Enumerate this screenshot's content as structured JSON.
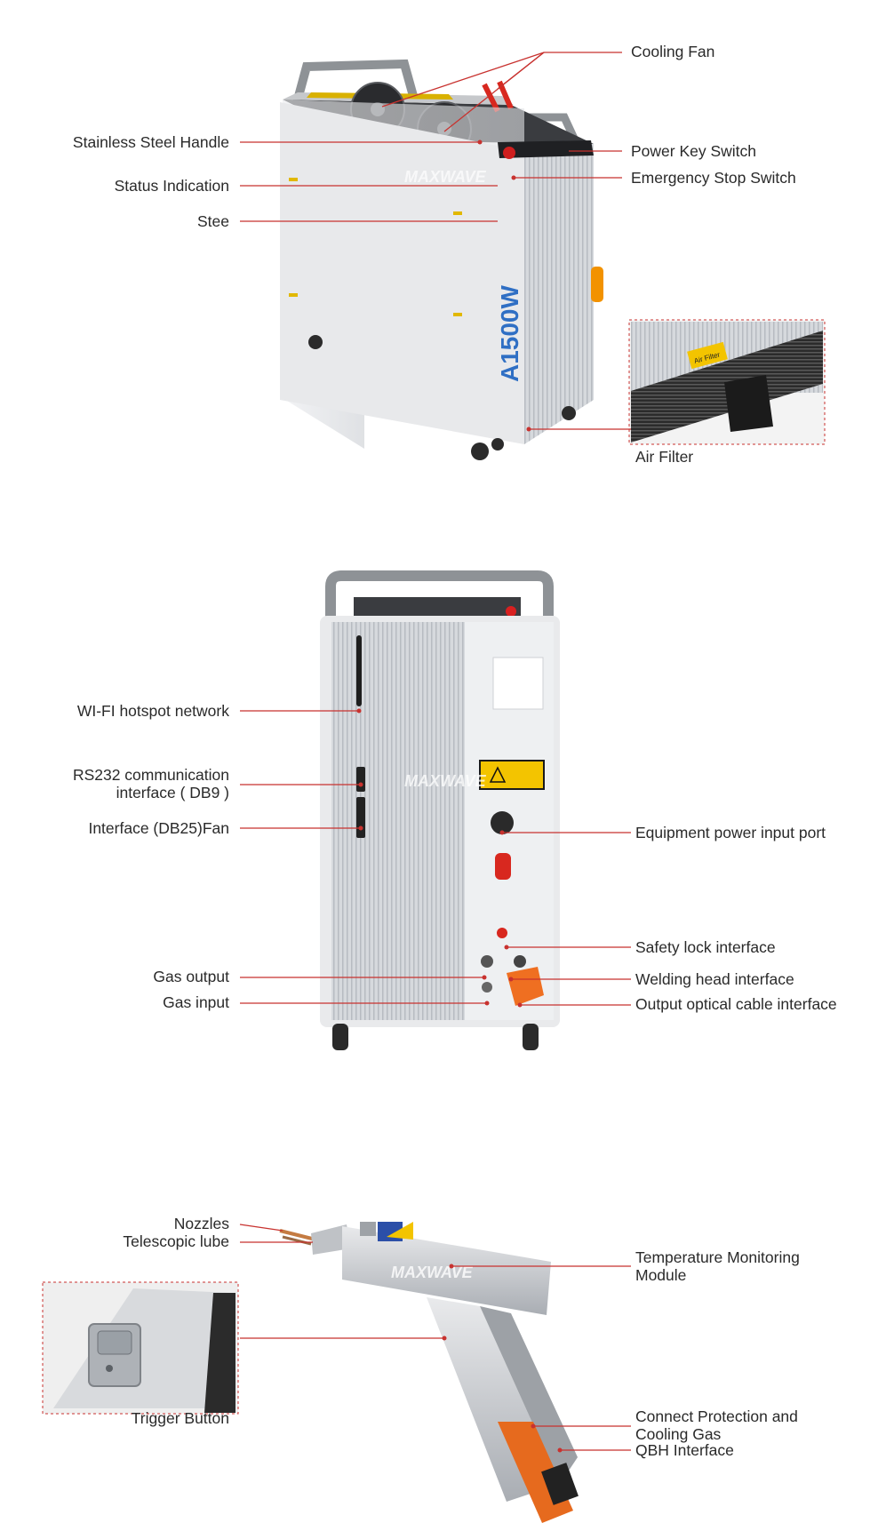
{
  "brand_watermark": "MAXWAVE",
  "model_label": "A1500W",
  "air_filter_tag": "Air Filter",
  "section1": {
    "labels": {
      "cooling_fan": "Cooling Fan",
      "stainless_steel_handle": "Stainless Steel Handle",
      "power_key_switch": "Power Key Switch",
      "status_indication": "Status Indication",
      "emergency_stop_switch": "Emergency Stop Switch",
      "stee": "Stee",
      "air_filter": "Air Filter"
    }
  },
  "section2": {
    "labels": {
      "wifi_hotspot": "WI-FI hotspot network",
      "rs232_line1": "RS232 communication",
      "rs232_line2": "interface ( DB9 )",
      "interface_db25": "Interface (DB25)Fan",
      "equipment_power_input": "Equipment power input port",
      "safety_lock": "Safety lock interface",
      "gas_output": "Gas output",
      "welding_head": "Welding head interface",
      "gas_input": "Gas input",
      "output_optical_cable": "Output optical cable interface"
    }
  },
  "section3": {
    "labels": {
      "nozzles": "Nozzles",
      "telescopic_lube": "Telescopic lube",
      "temp_monitor_line1": "Temperature Monitoring",
      "temp_monitor_line2": "Module",
      "trigger_button": "Trigger Button",
      "connect_protection_line1": "Connect Protection and",
      "connect_protection_line2": "Cooling Gas",
      "qbh_interface": "QBH Interface"
    }
  },
  "colors": {
    "leader_line": "#c8322f",
    "panel_silver": "#e6e7e9",
    "heatsink_grey": "#cfd2d6",
    "model_text_blue": "#2f6fc4",
    "warning_yellow": "#f3c400",
    "dashed_frame": "#c8322f"
  }
}
